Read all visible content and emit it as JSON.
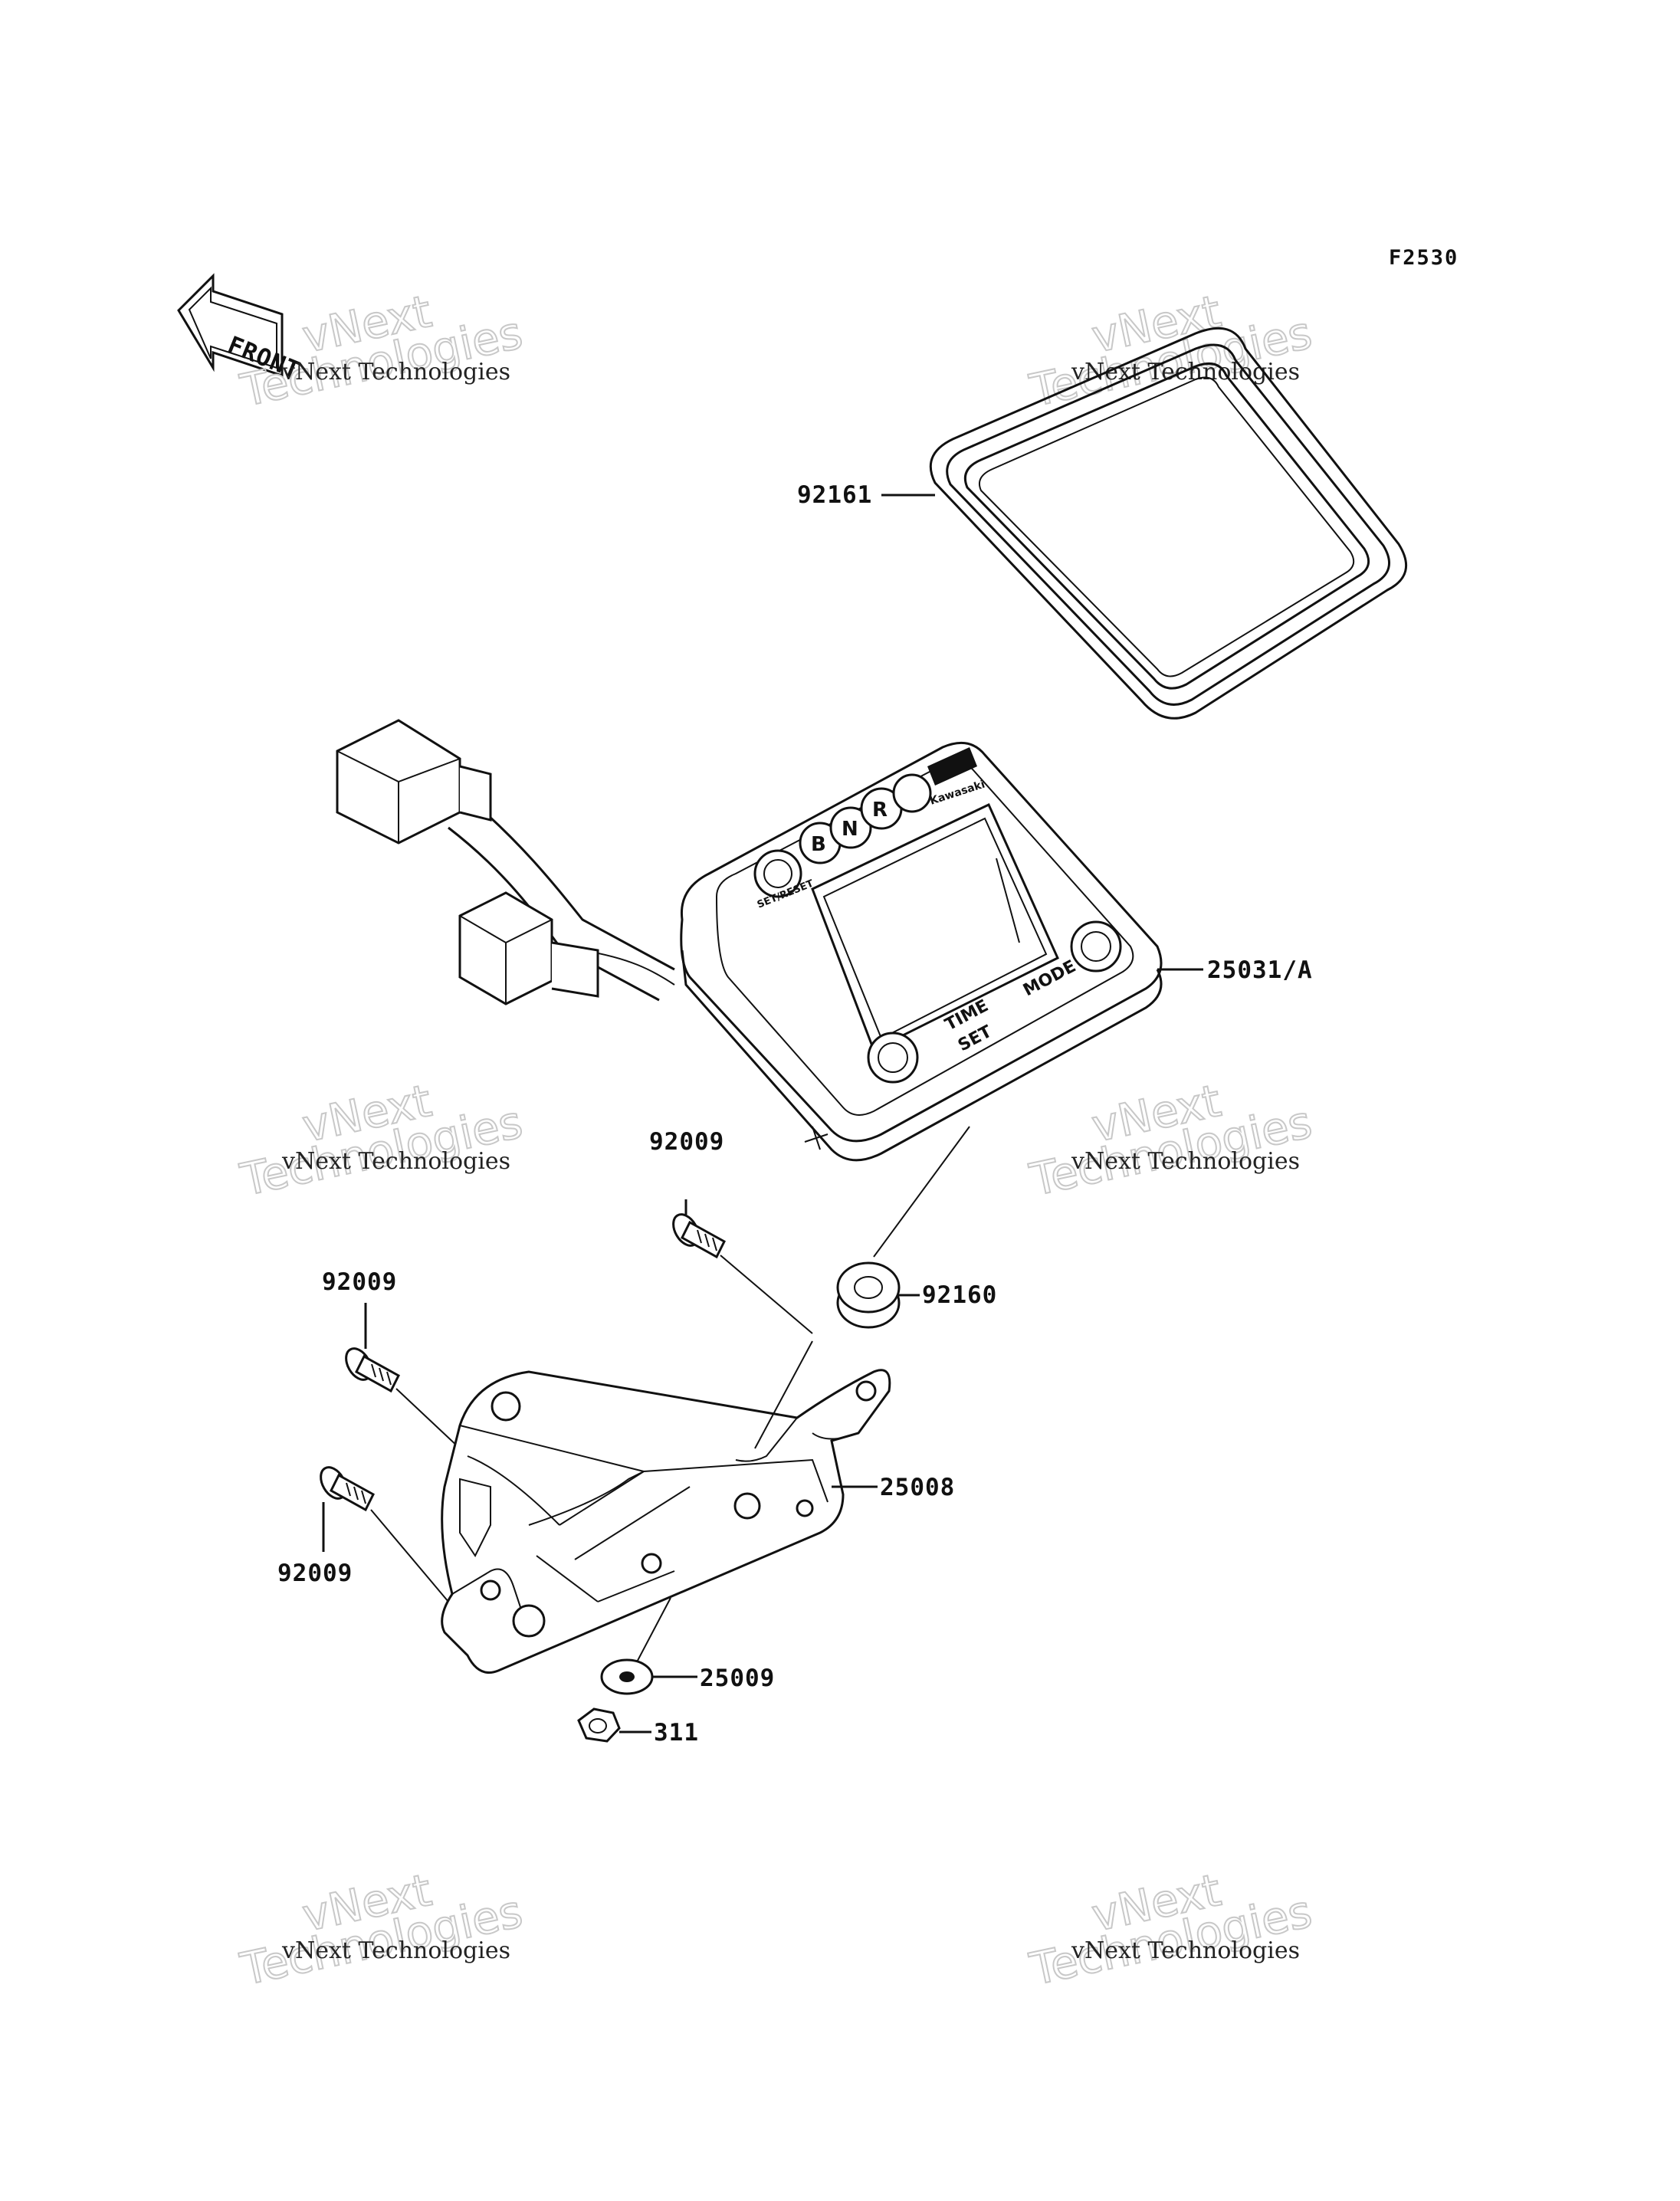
{
  "figure_code": "F2530",
  "front_label": "FRONT",
  "watermark": {
    "line1": "vNext Technologies",
    "line2a": "vNext",
    "line2b": "Technologies"
  },
  "parts": {
    "frame": "92161",
    "meter": "25031/A",
    "screw_top": "92009",
    "screw_left_upper": "92009",
    "screw_left_lower": "92009",
    "grommet": "92160",
    "bracket": "25008",
    "washer": "25009",
    "nut": "311"
  },
  "meter_face": {
    "buttons_top": [
      "B",
      "N",
      "R"
    ],
    "brand": "Kawasaki",
    "reset_label": "SET/RESET",
    "mode_label": "MODE",
    "time_label": "TIME",
    "set_label": "SET"
  }
}
